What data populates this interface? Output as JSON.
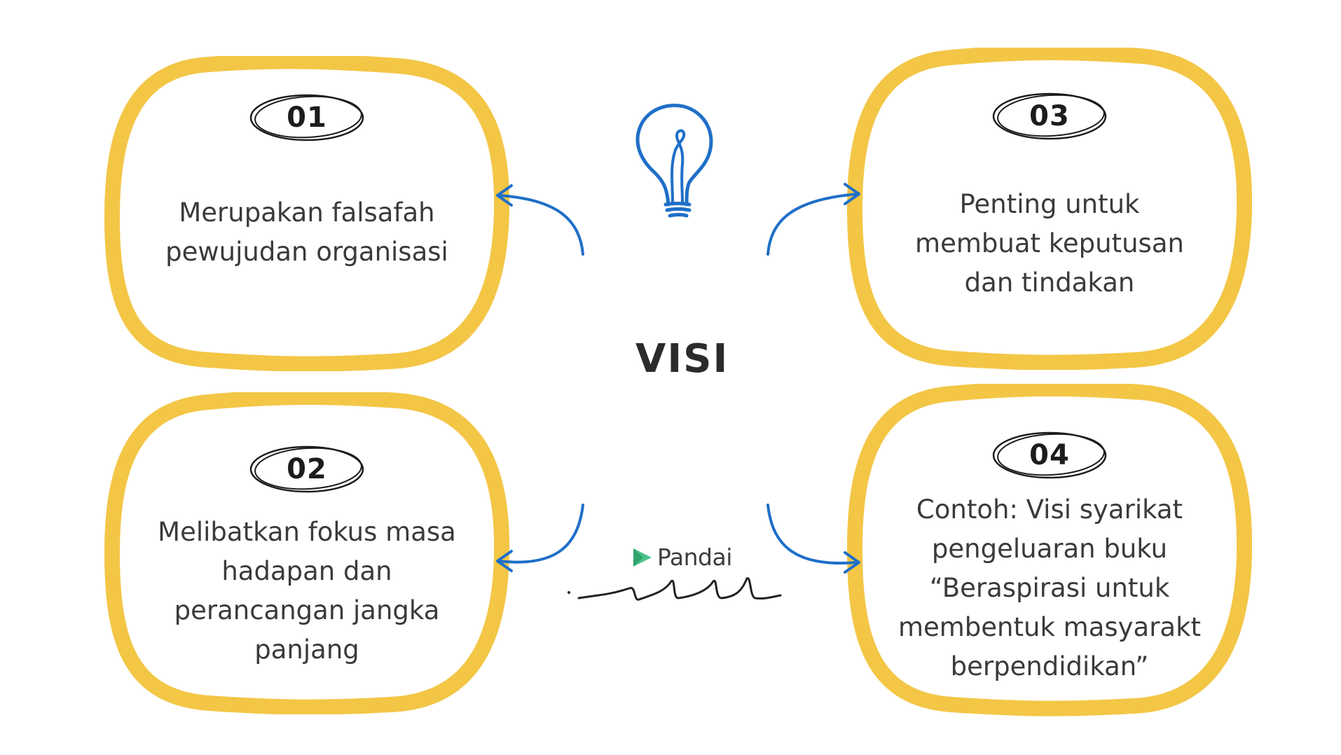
{
  "title": "VISI",
  "brand": "Pandai",
  "colors": {
    "card_border": "#f3c646",
    "arrow": "#1f6fc8",
    "bulb": "#1f6fc8",
    "text": "#3a3a3a",
    "heading": "#2b2b2b",
    "brand_icon": "#4cc28a"
  },
  "cards": [
    {
      "number": "01",
      "lines": [
        "Merupakan falsafah",
        "pewujudan organisasi"
      ]
    },
    {
      "number": "02",
      "lines": [
        "Melibatkan fokus masa",
        "hadapan dan",
        "perancangan jangka",
        "panjang"
      ]
    },
    {
      "number": "03",
      "lines": [
        "Penting untuk",
        "membuat keputusan",
        "dan tindakan"
      ]
    },
    {
      "number": "04",
      "lines": [
        "Contoh: Visi syarikat",
        "pengeluaran buku",
        "“Beraspirasi untuk",
        "membentuk masyarakt",
        "berpendidikan”"
      ]
    }
  ],
  "icons": {
    "center": "lightbulb-icon",
    "arrows": "curved-arrow-icon",
    "brand": "pandai-logo-icon"
  }
}
